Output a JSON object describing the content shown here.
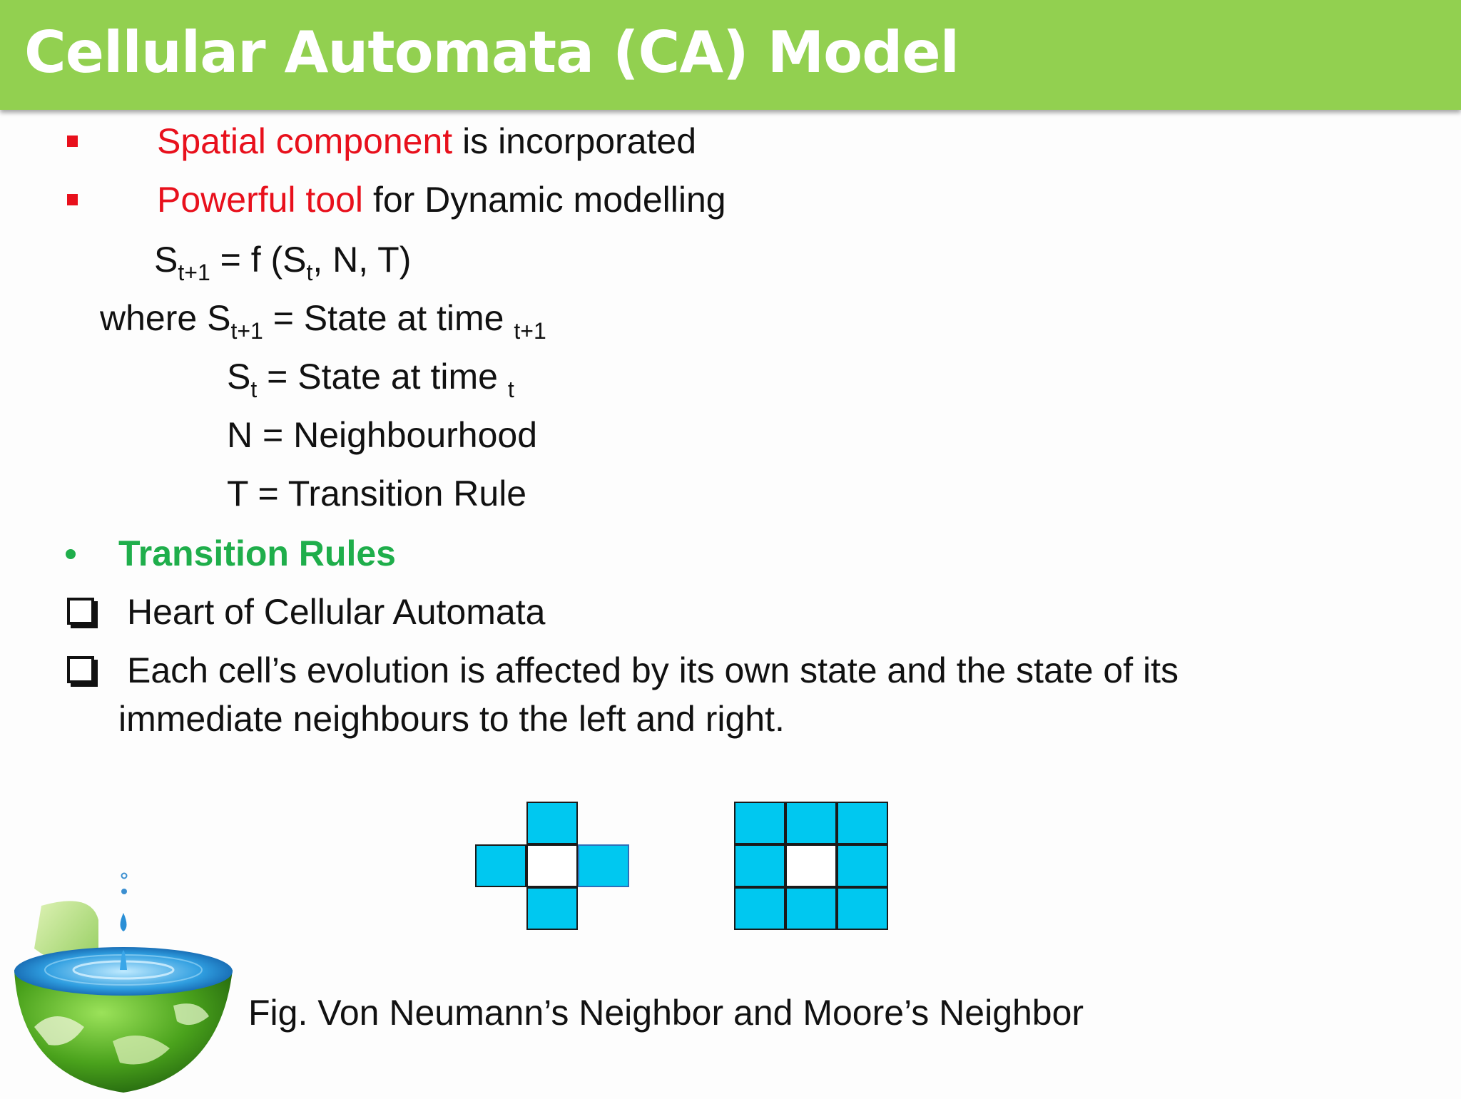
{
  "title": "Cellular Automata (CA) Model",
  "bullets": [
    {
      "highlight": "Spatial component",
      "rest": " is incorporated"
    },
    {
      "highlight": "Powerful tool",
      "rest": " for Dynamic modelling"
    }
  ],
  "formula": {
    "lhs": "S",
    "lhs_sub": "t+1",
    "eq": " = f (S",
    "st_sub": "t",
    "tail": ", N, T)"
  },
  "where": {
    "prefix": "where S",
    "sub": "t+1",
    "text": " = State at time ",
    "time_sub": "t+1"
  },
  "definitions": {
    "st_symbol": "S",
    "st_sub": "t",
    "st_text": " = State at time ",
    "st_time_sub": "t",
    "n": "N = Neighbourhood",
    "t": "T = Transition Rule"
  },
  "transition_heading": "Transition Rules",
  "checklist": [
    "Heart of Cellular Automata",
    "Each cell’s evolution is affected by its own state and the state of its",
    "immediate neighbours to the left and right."
  ],
  "caption": "Fig. Von Neumann’s Neighbor and Moore’s Neighbor",
  "colors": {
    "title_bar": "#92d050",
    "highlight_red": "#e8101c",
    "heading_green": "#1fae4b",
    "cell_cyan": "#00c8f0"
  }
}
